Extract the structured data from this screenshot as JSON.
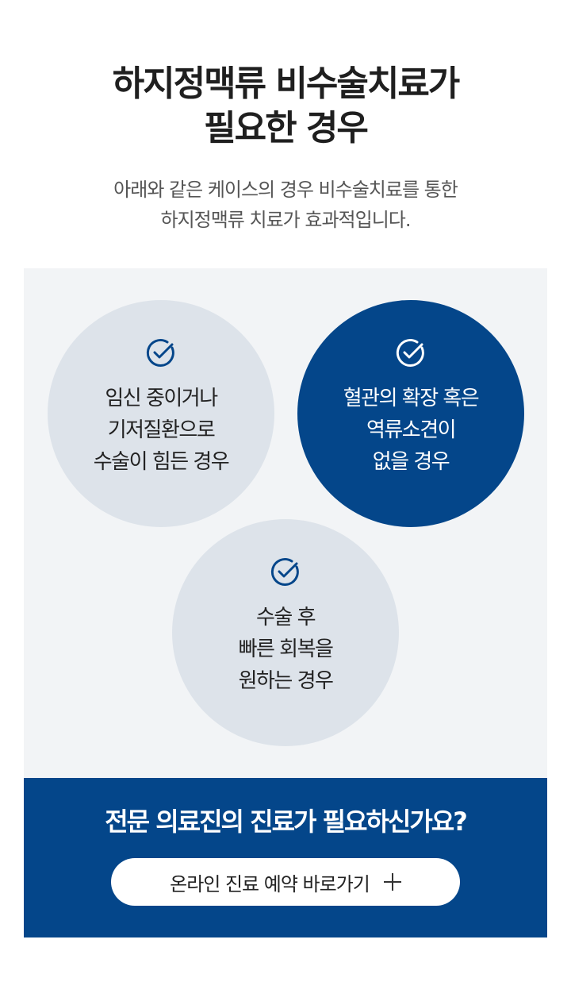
{
  "header": {
    "title_line1": "하지정맥류 비수술치료가",
    "title_line2": "필요한 경우",
    "subtitle_line1": "아래와 같은 케이스의 경우 비수술치료를 통한",
    "subtitle_line2": "하지정맥류 치료가 효과적입니다."
  },
  "cases": [
    {
      "icon": "check-circle-icon",
      "lines": [
        "임신 중이거나",
        "기저질환으로",
        "수술이 힘든 경우"
      ],
      "style": "light"
    },
    {
      "icon": "check-circle-icon",
      "lines": [
        "혈관의 확장 혹은",
        "역류소견이",
        "없을 경우"
      ],
      "style": "dark"
    },
    {
      "icon": "check-circle-icon",
      "lines": [
        "수술 후",
        "빠른 회복을",
        "원하는 경우"
      ],
      "style": "light"
    }
  ],
  "cta": {
    "question": "전문 의료진의 진료가 필요하신가요?",
    "button_label": "온라인 진료 예약 바로가기",
    "button_icon": "plus-icon"
  },
  "colors": {
    "brand_navy": "#04468a",
    "circle_light": "#dde3ea",
    "panel_bg": "#f2f4f6"
  }
}
